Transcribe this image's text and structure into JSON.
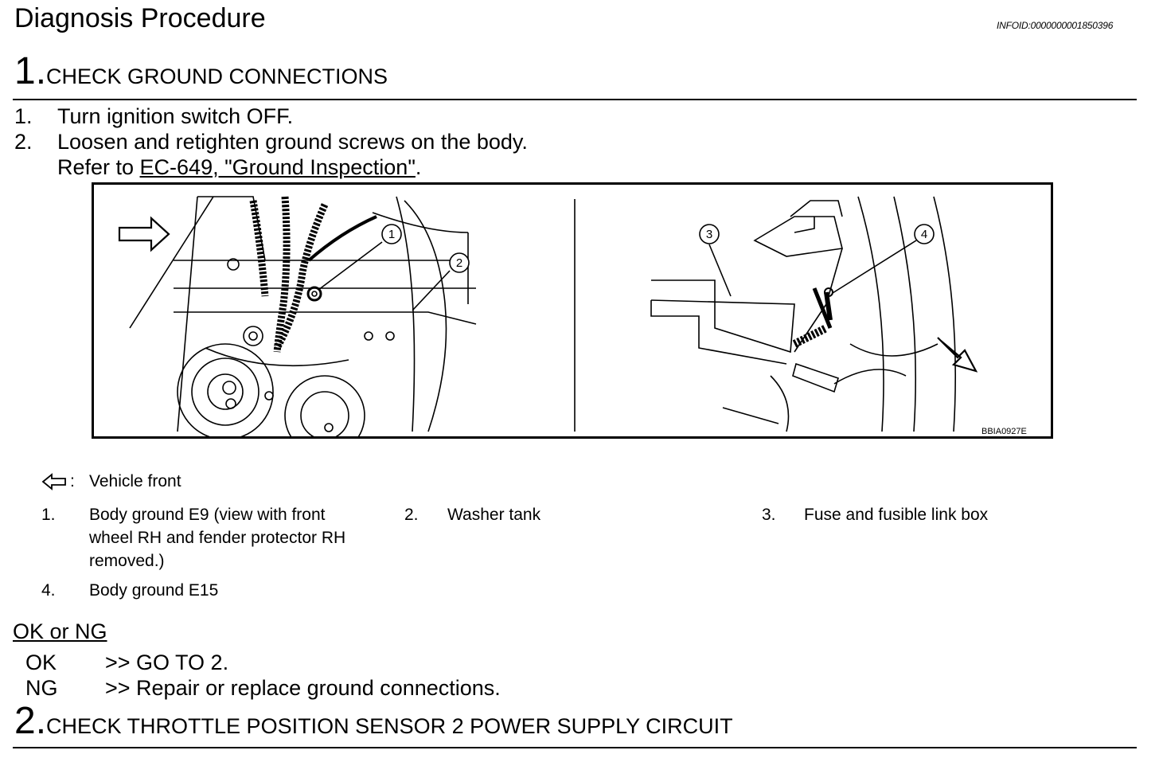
{
  "header": {
    "title": "Diagnosis Procedure",
    "infoid": "INFOID:0000000001850396"
  },
  "step1": {
    "number": "1.",
    "title": "CHECK GROUND CONNECTIONS",
    "instructions": [
      {
        "num": "1.",
        "text": "Turn ignition switch OFF."
      },
      {
        "num": "2.",
        "text": "Loosen and retighten ground screws on the body."
      }
    ],
    "refer_prefix": "Refer to ",
    "refer_link": "EC-649, \"Ground Inspection\"",
    "refer_suffix": "."
  },
  "figure": {
    "code": "BBIA0927E",
    "callouts": [
      "1",
      "2",
      "3",
      "4"
    ],
    "arrow_icon": "vehicle-front-arrow-icon"
  },
  "legend": {
    "symbol_label": ":",
    "vehicle_front": "Vehicle front",
    "items": [
      {
        "num": "1.",
        "lines": [
          "Body ground E9 (view with front",
          "wheel RH and fender protector RH",
          "removed.)"
        ]
      },
      {
        "num": "2.",
        "lines": [
          "Washer tank"
        ]
      },
      {
        "num": "3.",
        "lines": [
          "Fuse and fusible link box"
        ]
      },
      {
        "num": "4.",
        "lines": [
          "Body ground E15"
        ]
      }
    ]
  },
  "result": {
    "label": "OK or NG",
    "rows": [
      {
        "code": "OK",
        "action": ">> GO TO 2."
      },
      {
        "code": "NG",
        "action": ">> Repair or replace ground connections."
      }
    ]
  },
  "step2": {
    "number": "2.",
    "title": "CHECK THROTTLE POSITION SENSOR 2 POWER SUPPLY CIRCUIT"
  }
}
